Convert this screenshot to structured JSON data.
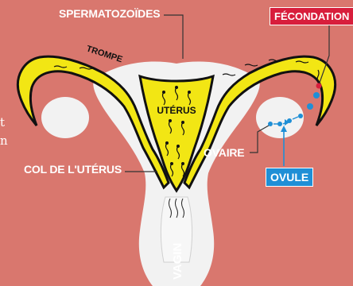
{
  "labels": {
    "spermatozoides": "SPERMATOZOÏDES",
    "trompe": "TROMPE",
    "uterus": "UTÉRUS",
    "col_uterus": "COL DE L'UTÉRUS",
    "vagin": "VAGIN",
    "ovaire": "OVAIRE",
    "fecondation": "FÉCONDATION",
    "ovule": "OVULE"
  },
  "side_text": [
    "t",
    "n"
  ],
  "colors": {
    "background": "#d9776e",
    "organ": "#f2f2f2",
    "cavity": "#f2e614",
    "outline": "#111111",
    "fecondation_badge": "#d81e3c",
    "ovule_badge": "#1f8fd6",
    "ovule_path": "#1f8fd6"
  }
}
